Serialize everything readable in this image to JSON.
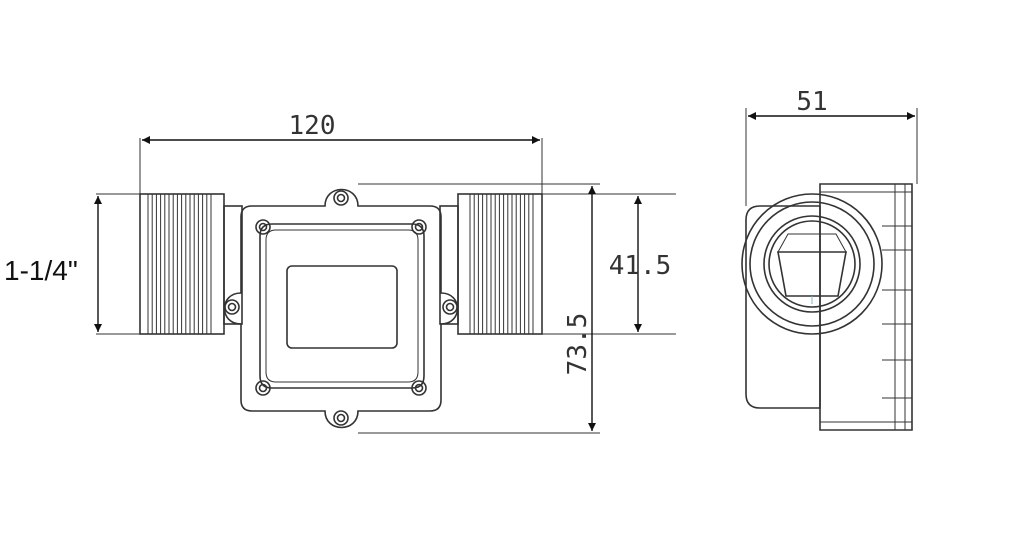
{
  "dimensions": {
    "length": "120",
    "width": "51",
    "inner_height": "41.5",
    "total_height": "73.5",
    "thread_size": "1-1/4\""
  },
  "colors": {
    "line": "#333333",
    "background": "#ffffff"
  }
}
